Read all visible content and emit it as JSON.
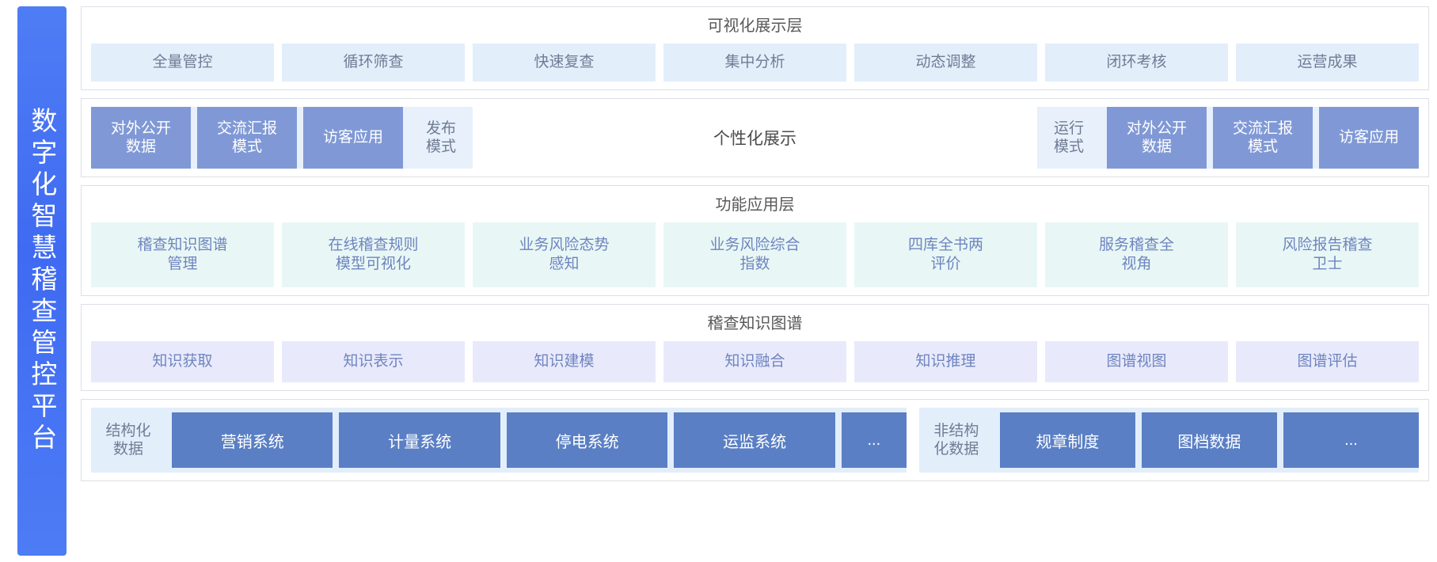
{
  "platform": {
    "title": "数字化智慧稽查管控平台",
    "brand_color": "#3f6af2"
  },
  "layers": {
    "visualization": {
      "title": "可视化展示层",
      "chip_color": "#e3eefb",
      "items": [
        {
          "label": "全量管控"
        },
        {
          "label": "循环筛查"
        },
        {
          "label": "快速复查"
        },
        {
          "label": "集中分析"
        },
        {
          "label": "动态调整"
        },
        {
          "label": "闭环考核"
        },
        {
          "label": "运营成果"
        }
      ]
    },
    "modes": {
      "center_label": "个性化展示",
      "solid_color": "#8099d6",
      "soft_color": "#e7f0fb",
      "left_group": [
        {
          "label": "对外公开\n数据",
          "style": "solid"
        },
        {
          "label": "交流汇报\n模式",
          "style": "solid"
        },
        {
          "label": "访客应用",
          "style": "solid"
        },
        {
          "label": "发布\n模式",
          "style": "soft"
        }
      ],
      "right_group": [
        {
          "label": "运行\n模式",
          "style": "soft"
        },
        {
          "label": "对外公开\n数据",
          "style": "solid"
        },
        {
          "label": "交流汇报\n模式",
          "style": "solid"
        },
        {
          "label": "访客应用",
          "style": "solid"
        }
      ]
    },
    "functional": {
      "title": "功能应用层",
      "chip_color": "#e8f7f5",
      "items": [
        {
          "label": "稽查知识图谱\n管理"
        },
        {
          "label": "在线稽查规则\n模型可视化"
        },
        {
          "label": "业务风险态势\n感知"
        },
        {
          "label": "业务风险综合\n指数"
        },
        {
          "label": "四库全书两\n评价"
        },
        {
          "label": "服务稽查全\n视角"
        },
        {
          "label": "风险报告稽查\n卫士"
        }
      ]
    },
    "knowledge_graph": {
      "title": "稽查知识图谱",
      "chip_color": "#e8eafb",
      "items": [
        {
          "label": "知识获取"
        },
        {
          "label": "知识表示"
        },
        {
          "label": "知识建模"
        },
        {
          "label": "知识融合"
        },
        {
          "label": "知识推理"
        },
        {
          "label": "图谱视图"
        },
        {
          "label": "图谱评估"
        }
      ]
    },
    "data_sources": {
      "box_color": "#5a7fc4",
      "structured": {
        "label": "结构化\n数据",
        "items": [
          {
            "label": "营销系统"
          },
          {
            "label": "计量系统"
          },
          {
            "label": "停电系统"
          },
          {
            "label": "运监系统"
          },
          {
            "label": "..."
          }
        ]
      },
      "unstructured": {
        "label": "非结构\n化数据",
        "items": [
          {
            "label": "规章制度"
          },
          {
            "label": "图档数据"
          },
          {
            "label": "..."
          }
        ]
      }
    }
  }
}
